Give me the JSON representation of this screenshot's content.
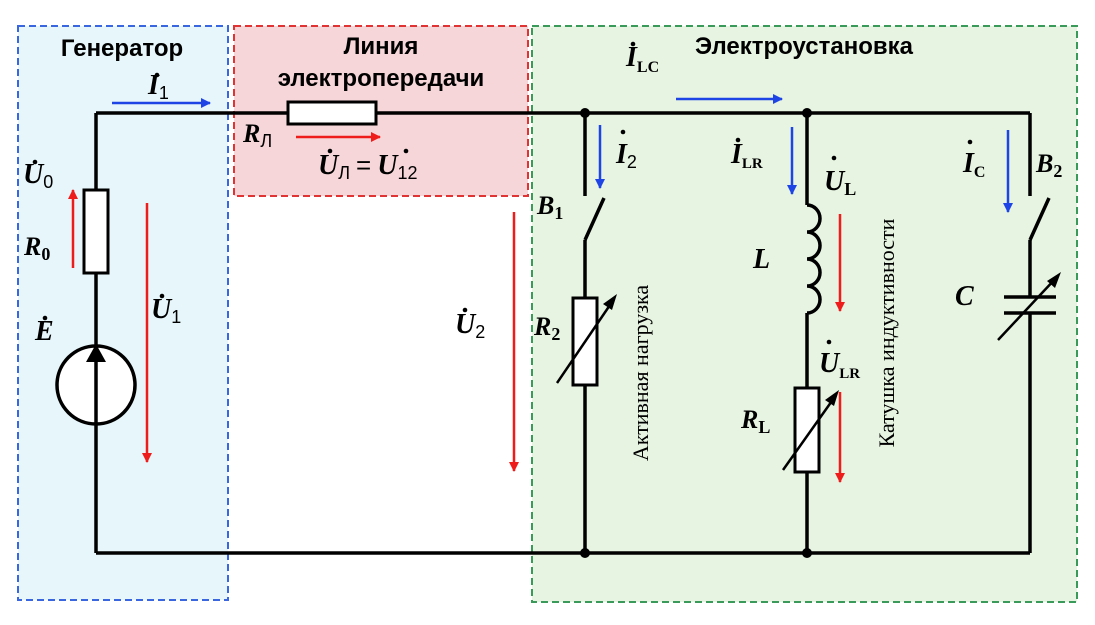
{
  "zones": {
    "generator": {
      "title": "Генератор",
      "fill": "#e6f6fa",
      "border": "#3a66e0"
    },
    "line": {
      "title_line1": "Линия",
      "title_line2": "электропередачи",
      "fill": "#f6d6d8",
      "border": "#e03434"
    },
    "installation": {
      "title": "Электроустановка",
      "fill": "#e7f4e2",
      "border": "#3a9a5a"
    }
  },
  "colors": {
    "current_arrow": "#1f44e6",
    "voltage_arrow": "#ef1c1c",
    "wire": "#000000"
  },
  "labels": {
    "I1": {
      "sym": "I",
      "sub": "1"
    },
    "U0": {
      "sym": "U",
      "sub": "0"
    },
    "R0": {
      "sym": "R",
      "sub": "0"
    },
    "E": {
      "sym": "E"
    },
    "U1": {
      "sym": "U",
      "sub": "1"
    },
    "RL_line": {
      "sym": "R",
      "sub": "Л"
    },
    "UL_line": {
      "sym": "U",
      "sub": "Л",
      "eq": "=",
      "sym2": "U",
      "sub2": "12"
    },
    "U2": {
      "sym": "U",
      "sub": "2"
    },
    "ILC": {
      "sym": "I",
      "sub": "LC"
    },
    "I2": {
      "sym": "I",
      "sub": "2"
    },
    "B1": {
      "sym": "B",
      "sub": "1"
    },
    "R2": {
      "sym": "R",
      "sub": "2"
    },
    "ILR": {
      "sym": "I",
      "sub": "LR"
    },
    "UL": {
      "sym": "U",
      "sub": "L"
    },
    "L": {
      "sym": "L"
    },
    "ULR": {
      "sym": "U",
      "sub": "LR"
    },
    "RLc": {
      "sym": "R",
      "sub": "L"
    },
    "IC": {
      "sym": "I",
      "sub": "C"
    },
    "B2": {
      "sym": "B",
      "sub": "2"
    },
    "C": {
      "sym": "C"
    }
  },
  "vertical_labels": {
    "active_load": "Активная нагрузка",
    "inductive_coil": "Катушка индуктивности"
  }
}
